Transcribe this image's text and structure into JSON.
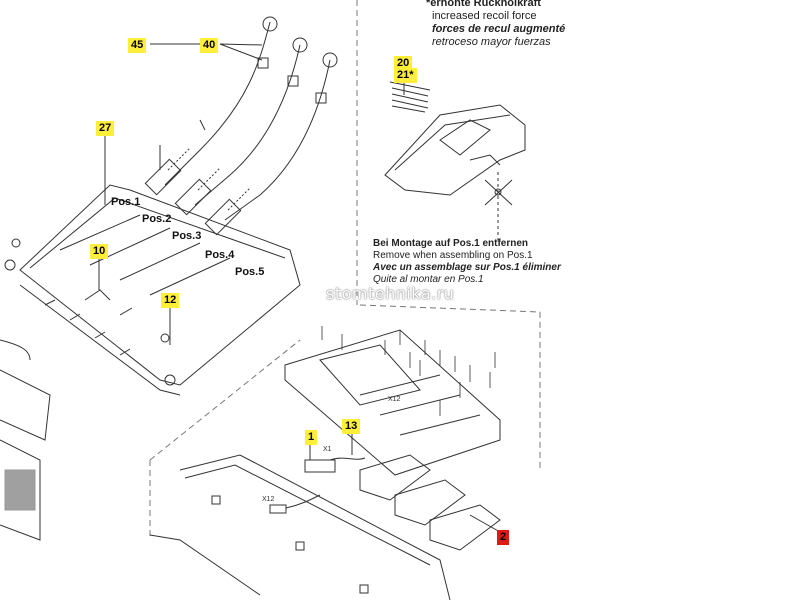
{
  "top_note": {
    "star_line": "*erhöhte Rückholkraft",
    "en": "increased recoil force",
    "fr": "forces de recul augmenté",
    "es": "retroceso mayor fuerzas"
  },
  "bottom_note": {
    "de": "Bei Montage auf Pos.1 entfernen",
    "en": "Remove when assembling on Pos.1",
    "fr": "Avec un assemblage sur Pos.1 éliminer",
    "es": "Quite al montar en Pos.1"
  },
  "callouts": {
    "c45": "45",
    "c40": "40",
    "c27": "27",
    "c20": "20",
    "c21": "21*",
    "c10": "10",
    "c12": "12",
    "c1": "1",
    "c13": "13",
    "c2": "2"
  },
  "positions": [
    "Pos.1",
    "Pos.2",
    "Pos.3",
    "Pos.4",
    "Pos.5"
  ],
  "connectors": {
    "x1": "X1",
    "x12a": "X12",
    "x12b": "X12"
  },
  "watermark": "stomtehnika.ru",
  "colors": {
    "callout_yellow": "#ffef3a",
    "callout_red": "#e01818",
    "line": "#333333"
  }
}
